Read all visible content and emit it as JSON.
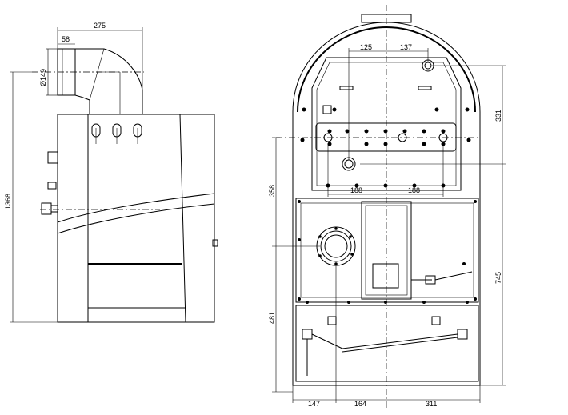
{
  "side_view": {
    "dims": {
      "top_width": "275",
      "pipe_width": "58",
      "pipe_diameter": "Ø149",
      "height": "1368"
    }
  },
  "front_view": {
    "dims": {
      "upper_left": "125",
      "upper_right": "137",
      "right_upper": "331",
      "right_total": "745",
      "mid_left": "188",
      "mid_right": "188",
      "left_upper": "358",
      "left_lower": "481",
      "bottom_left": "147",
      "bottom_mid": "164",
      "bottom_right": "311"
    }
  }
}
